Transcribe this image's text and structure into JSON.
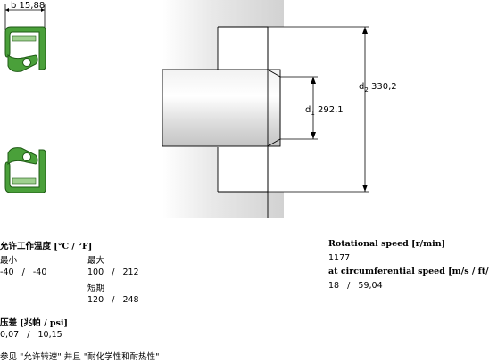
{
  "dimensions": {
    "b_label": "b",
    "b_value": "15,88",
    "d1_label": "d",
    "d1_sub": "1",
    "d1_value": "292,1",
    "d2_label": "d",
    "d2_sub": "2",
    "d2_value": "330,2"
  },
  "temperature": {
    "title": "允许工作温度 [°C / °F]",
    "min_label": "最小",
    "max_label": "最大",
    "short_label": "短期",
    "min_c": "-40",
    "min_f": "-40",
    "max_c": "100",
    "max_f": "212",
    "short_c": "120",
    "short_f": "248",
    "sep": "/"
  },
  "pressure": {
    "title": "压差 [兆帕 / psi]",
    "v1": "0,07",
    "v2": "10,15",
    "sep": "/"
  },
  "rotation": {
    "title": "Rotational speed [r/min]",
    "value": "1177",
    "circ_title": "at circumferential speed [m/s / ft/s]",
    "v1": "18",
    "v2": "59,04",
    "sep": "/"
  },
  "note": "参见 \"允许转速\" 并且 \"耐化学性和耐热性\"",
  "colors": {
    "seal_green": "#4aa03a",
    "housing_gray": "#d8d8d8",
    "line": "#000000"
  }
}
